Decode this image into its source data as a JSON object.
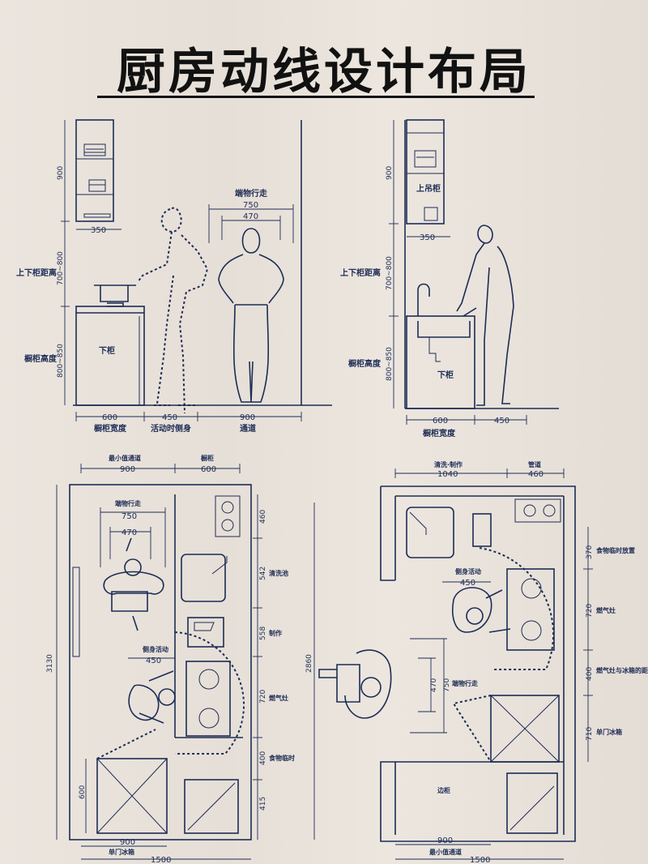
{
  "title": "厨房动线设计布局",
  "elev_left": {
    "h900": "900",
    "h700_800": "700~800",
    "h800_850": "800~850",
    "w350": "350",
    "label_gap": "上下柜距离",
    "label_height": "橱柜高度",
    "label_lower": "下柜",
    "label_walk": "端物行走",
    "w750": "750",
    "w470": "470",
    "w600": "600",
    "w450": "450",
    "w900": "900",
    "cap_cab_depth": "橱柜宽度",
    "cap_active": "活动时侧身",
    "cap_aisle": "通道"
  },
  "elev_right": {
    "h900": "900",
    "h700_800": "700~800",
    "h800_850": "800~850",
    "w350": "350",
    "label_upper": "上吊柜",
    "label_gap": "上下柜距离",
    "label_height": "橱柜高度",
    "label_lower": "下柜",
    "w600": "600",
    "w450": "450",
    "cap_cab_depth": "橱柜宽度"
  },
  "plan_left": {
    "top_min_aisle": "最小值通道",
    "top_cab": "橱柜",
    "w900": "900",
    "w600": "600",
    "walk": "端物行走",
    "w750": "750",
    "w470": "470",
    "side_active": "侧身活动",
    "w450": "450",
    "total": "3130",
    "s460": "460",
    "s542": "542",
    "s558": "558",
    "s720": "720",
    "s400": "400",
    "s415": "415",
    "l_sink": "清洗池",
    "l_prep": "制作",
    "l_stove": "燃气灶",
    "l_food": "食物临时",
    "fridge_600": "600",
    "bottom_900": "900",
    "bottom_fridge": "单门冰箱",
    "bottom_1500": "1500"
  },
  "plan_right": {
    "top_wash": "清洗·制作",
    "top_serve": "管道",
    "w1040": "1040",
    "w460": "460",
    "side_active": "侧身活动",
    "w450": "450",
    "total": "2860",
    "w470": "470",
    "w750": "750",
    "walk": "端物行走",
    "r_food": "食物临时放置",
    "r_stove": "燃气灶",
    "r_between": "燃气灶与冰箱的距",
    "r_fridge": "单门冰箱",
    "s370": "370",
    "s720": "720",
    "s400": "400",
    "s710": "710",
    "l_cab": "边柜",
    "bottom_900": "900",
    "bottom_min": "最小值通道",
    "bottom_1500": "1500"
  }
}
